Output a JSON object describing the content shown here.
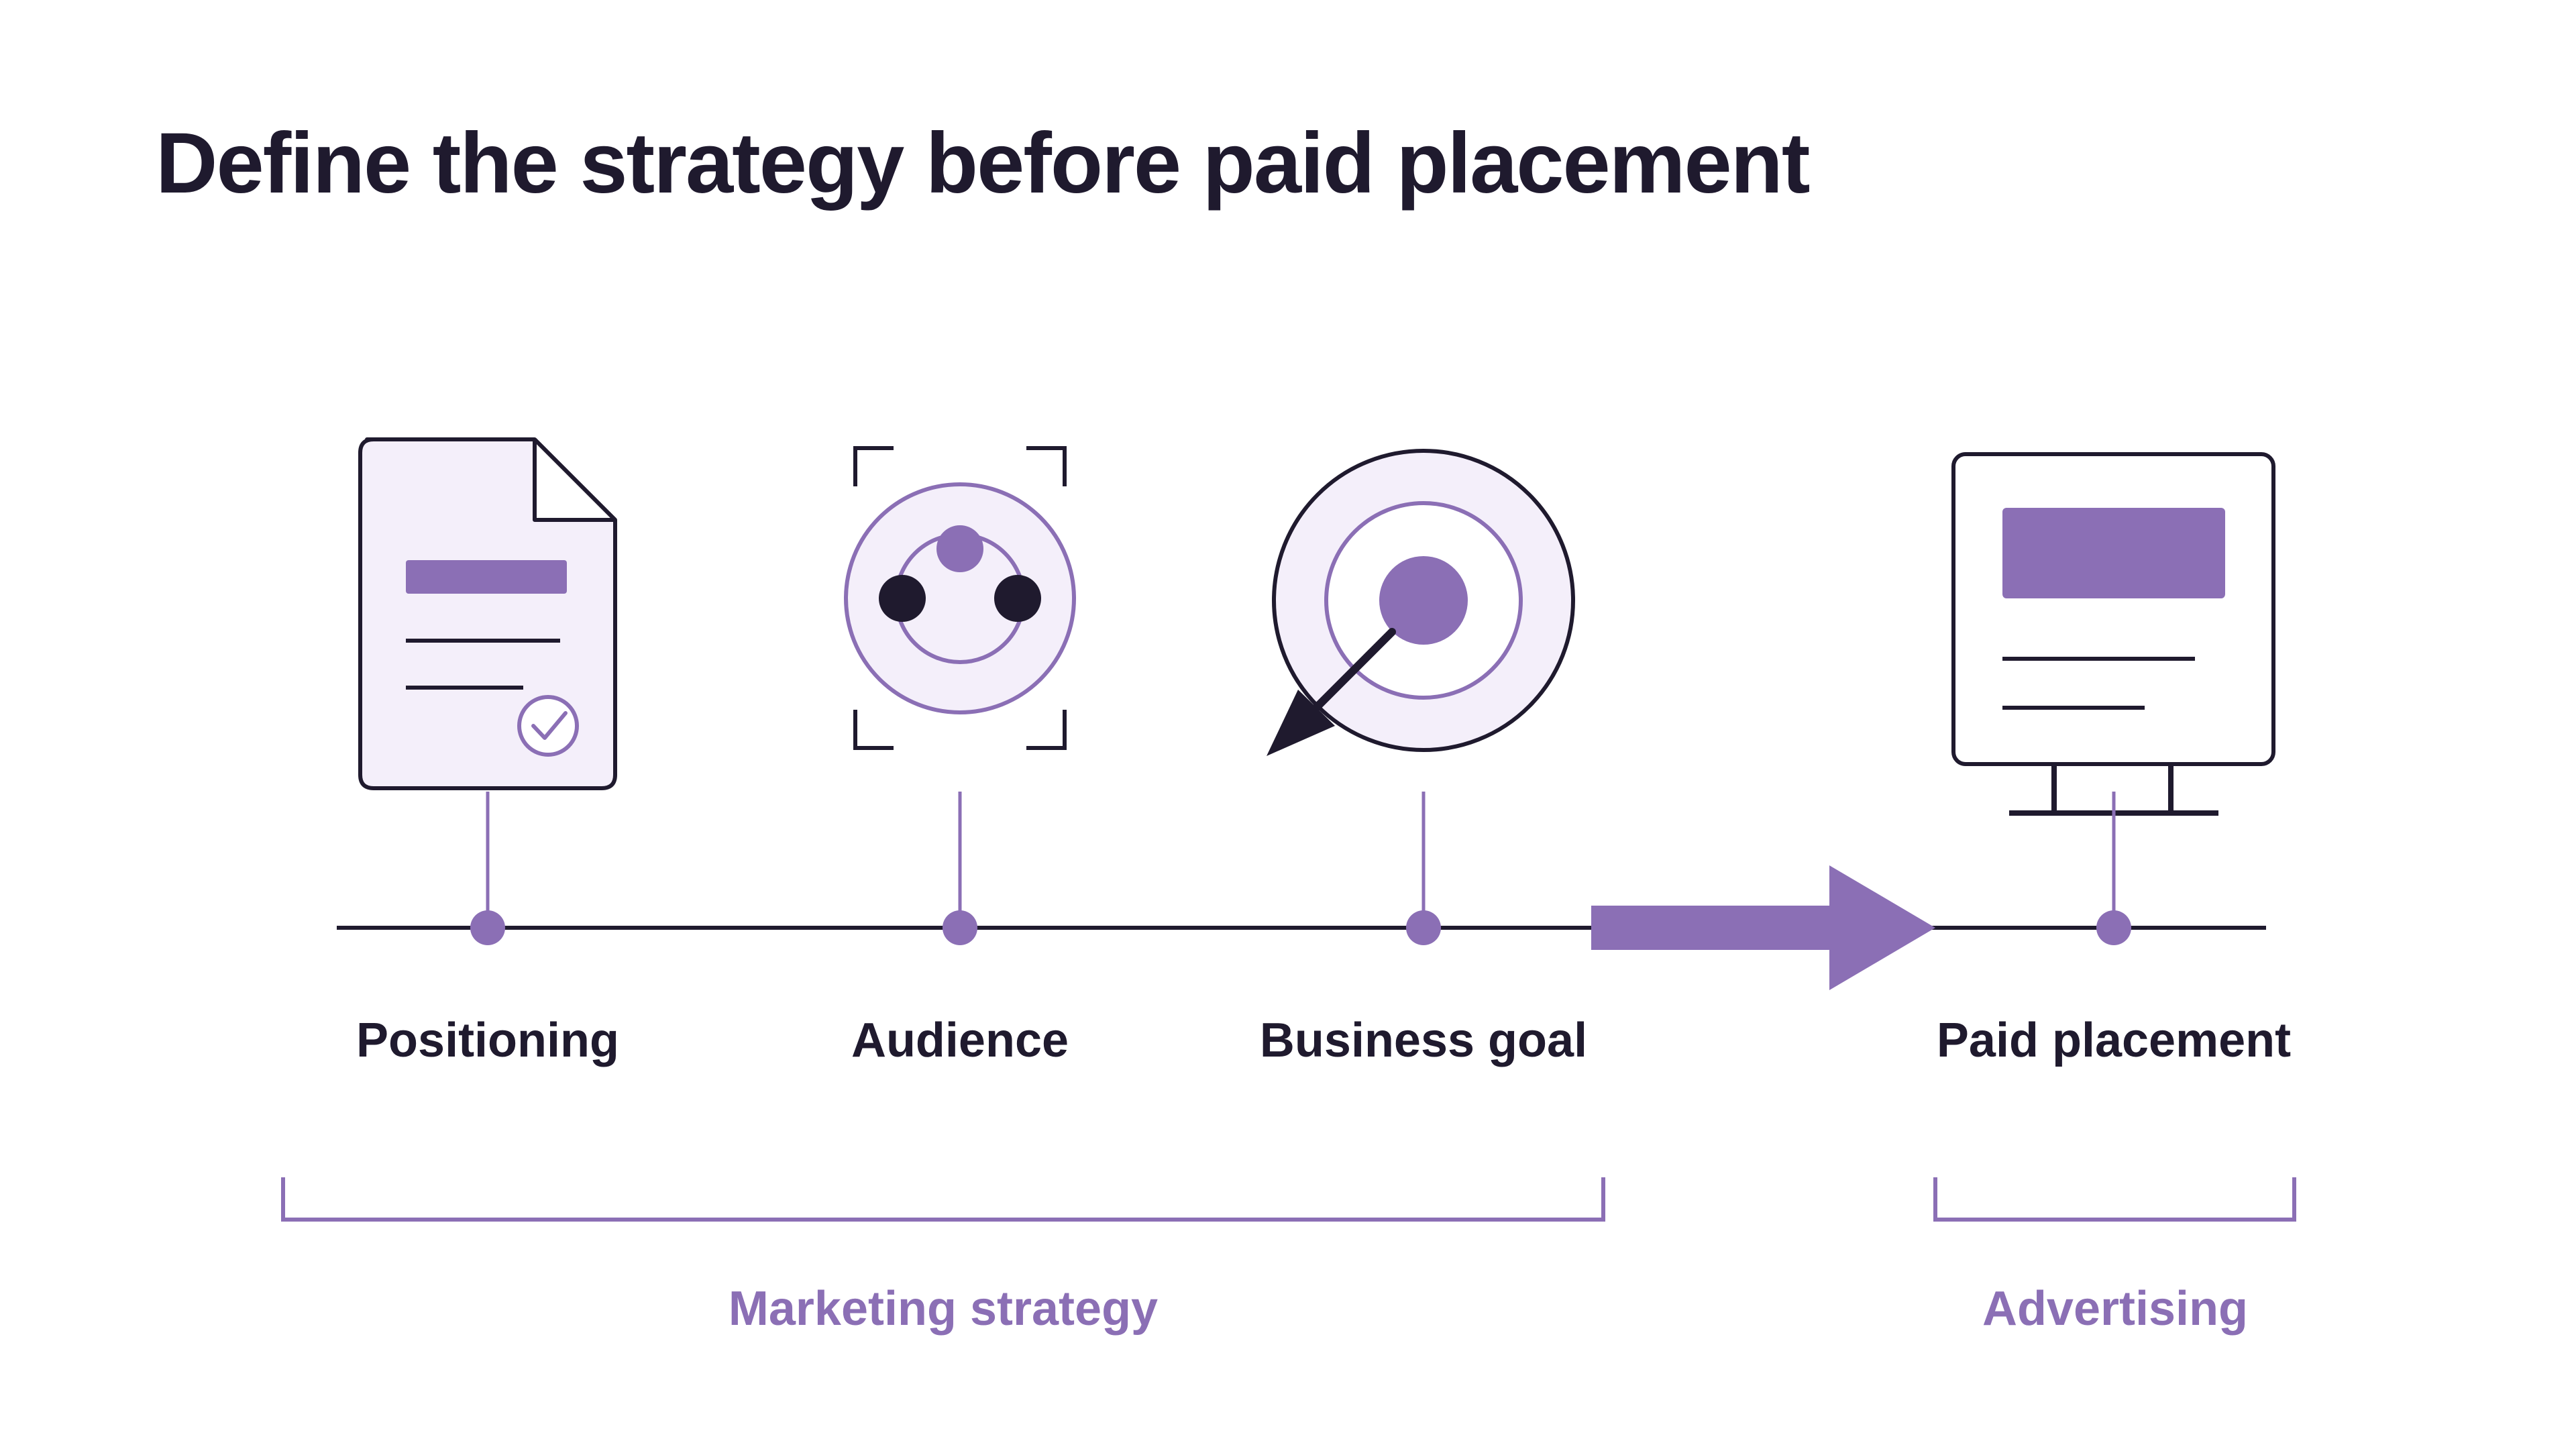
{
  "title": "Define the strategy before paid placement",
  "steps": [
    {
      "label": "Positioning",
      "icon": "document-check-icon"
    },
    {
      "label": "Audience",
      "icon": "audience-focus-icon"
    },
    {
      "label": "Business goal",
      "icon": "target-arrow-icon"
    },
    {
      "label": "Paid placement",
      "icon": "monitor-ad-icon"
    }
  ],
  "groups": [
    {
      "label": "Marketing strategy"
    },
    {
      "label": "Advertising"
    }
  ],
  "colors": {
    "ink": "#1f1a2e",
    "accent": "#8b6fb5",
    "fill_light": "#f4effa",
    "background": "#ffffff"
  }
}
